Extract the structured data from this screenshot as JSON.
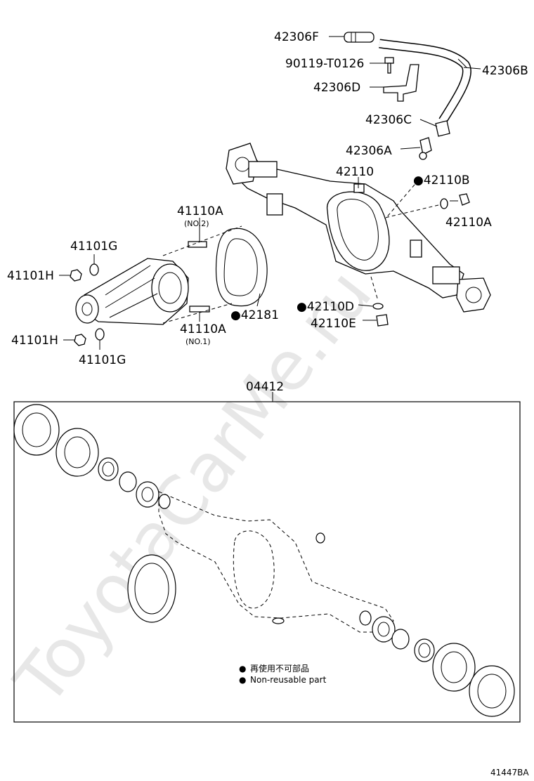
{
  "watermark": "ToyotaCarMe.ru",
  "figure_code": "41447BA",
  "legend": {
    "bullet": "●",
    "items": [
      {
        "text": "再使用不可部品"
      },
      {
        "text": "Non-reusable part"
      }
    ]
  },
  "labels": {
    "p42306F": "42306F",
    "p90119": "90119-T0126",
    "p42306D": "42306D",
    "p42306B": "42306B",
    "p42306C": "42306C",
    "p42306A": "42306A",
    "p42110": "42110",
    "p42110B": "●42110B",
    "p42110A": "42110A",
    "p41110A_top": "41110A",
    "p41110A_top_sub": "(NO.2)",
    "p41101G_top": "41101G",
    "p41101H_top": "41101H",
    "p42181": "●42181",
    "p42110D": "●42110D",
    "p42110E": "42110E",
    "p41110A_bot": "41110A",
    "p41110A_bot_sub": "(NO.1)",
    "p41101H_bot": "41101H",
    "p41101G_bot": "41101G",
    "p04412": "04412"
  }
}
